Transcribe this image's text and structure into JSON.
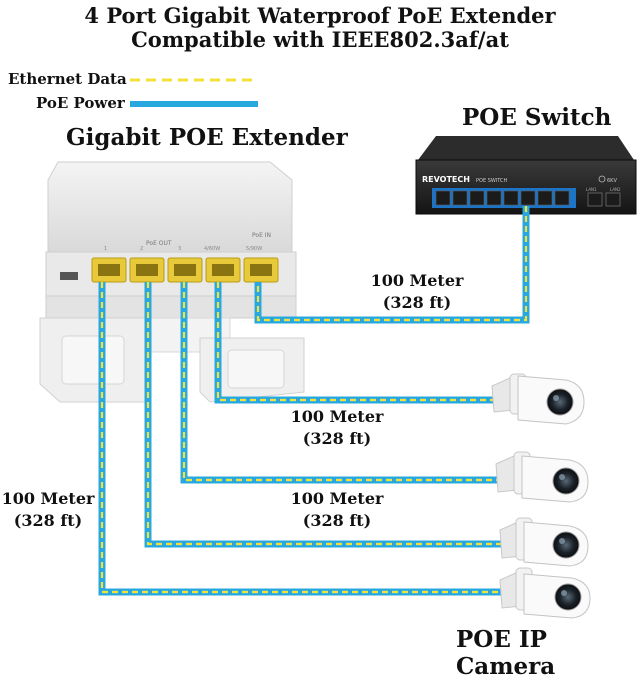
{
  "title": {
    "line1": "4 Port Gigabit Waterproof PoE Extender",
    "line2": "Compatible with IEEE802.3af/at"
  },
  "legend": {
    "ethernet_label": "Ethernet Data",
    "power_label": "PoE Power",
    "ethernet_color": "#f2e33a",
    "power_color": "#29a8e0"
  },
  "extender": {
    "heading": "Gigabit POE Extender",
    "poe_out_label": "PoE OUT",
    "poe_in_label": "PoE IN",
    "port_numbers": [
      "1",
      "2",
      "3",
      "4"
    ],
    "port_power_4": "4/60W",
    "port_power_in": "5/90W"
  },
  "switch": {
    "heading": "POE Switch",
    "brand": "REVOTECH",
    "model": "POE SWITCH",
    "badge": "6KV",
    "uplink_labels": [
      "LAN1",
      "LAN2"
    ]
  },
  "distances": {
    "switch_link": {
      "line1": "100 Meter",
      "line2": "(328 ft)"
    },
    "camera1_link": {
      "line1": "100 Meter",
      "line2": "(328 ft)"
    },
    "camera2_link": {
      "line1": "100 Meter",
      "line2": "(328 ft)"
    },
    "left_link": {
      "line1": "100 Meter",
      "line2": "(328 ft)"
    }
  },
  "cameras": {
    "heading": "POE IP Camera",
    "count": 4
  }
}
